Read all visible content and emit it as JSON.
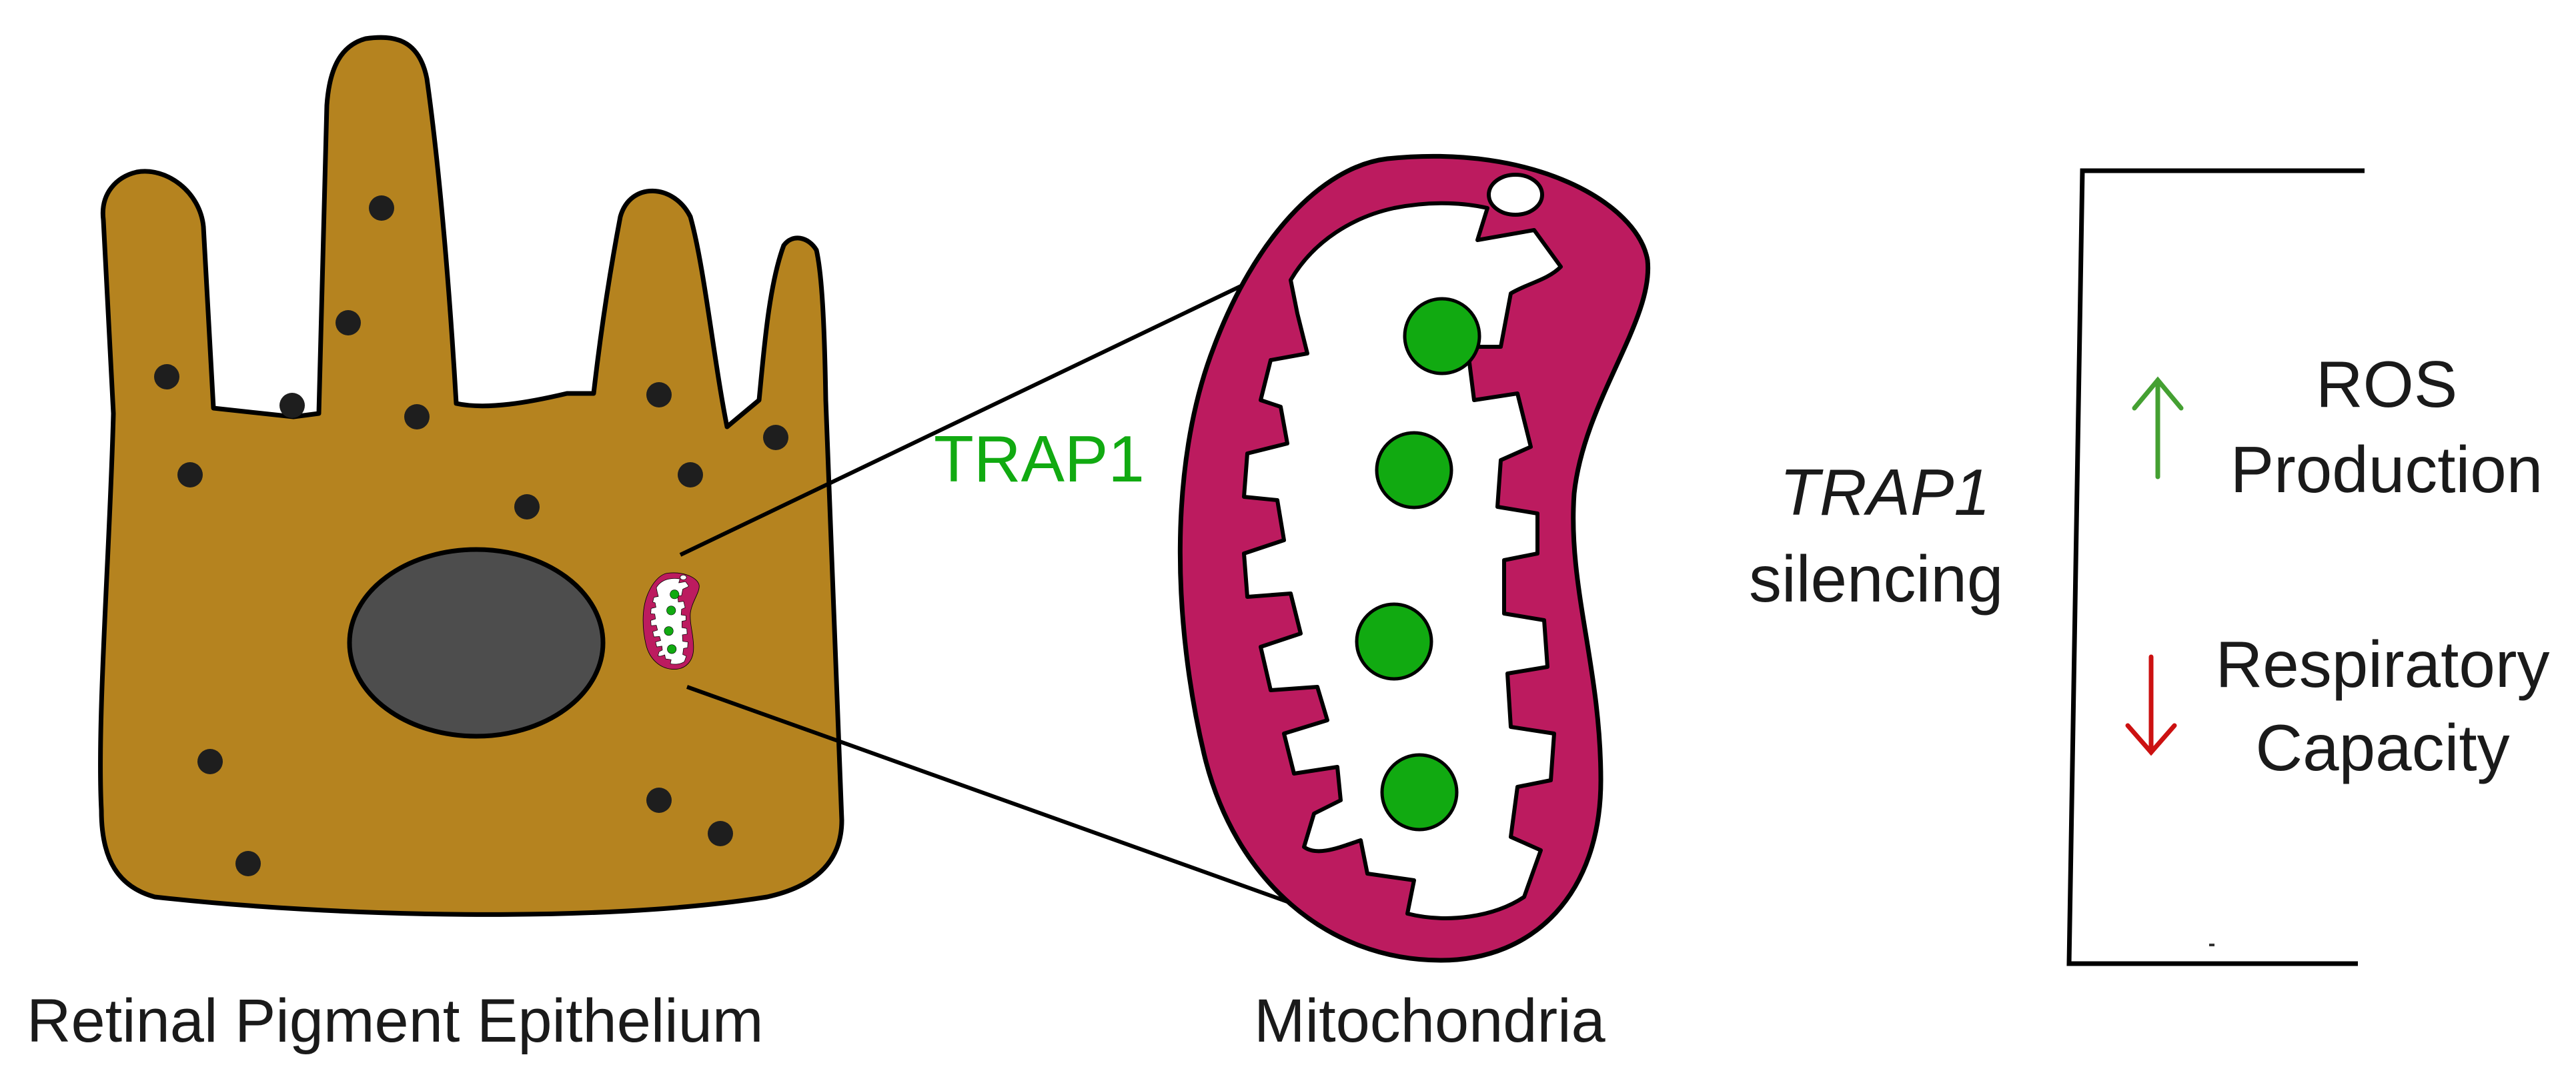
{
  "labels": {
    "cell": "Retinal Pigment Epithelium",
    "mito": "Mitochondria",
    "protein": "TRAP1",
    "gene": "TRAP1",
    "silencing": "silencing",
    "ros_line1": "ROS",
    "ros_line2": "Production",
    "resp_line1": "Respiratory",
    "resp_line2": "Capacity"
  },
  "colors": {
    "cell_fill": "#b5831f",
    "nucleus_fill": "#4d4d4d",
    "mito_fill": "#bc1b5f",
    "trap1_green": "#11aa11",
    "up_arrow": "#44a032",
    "down_arrow": "#cc1111"
  },
  "effects": [
    {
      "direction": "up",
      "icon": "up-arrow-icon"
    },
    {
      "direction": "down",
      "icon": "down-arrow-icon"
    }
  ]
}
